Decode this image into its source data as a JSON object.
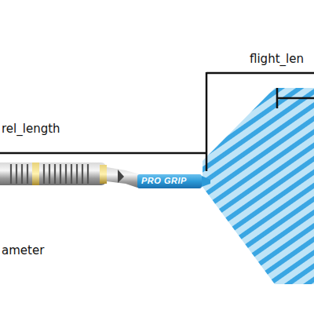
{
  "diagram": {
    "labels": [
      "flight_len",
      "rel_length",
      "PRO GRIP",
      "ameter"
    ]
  }
}
